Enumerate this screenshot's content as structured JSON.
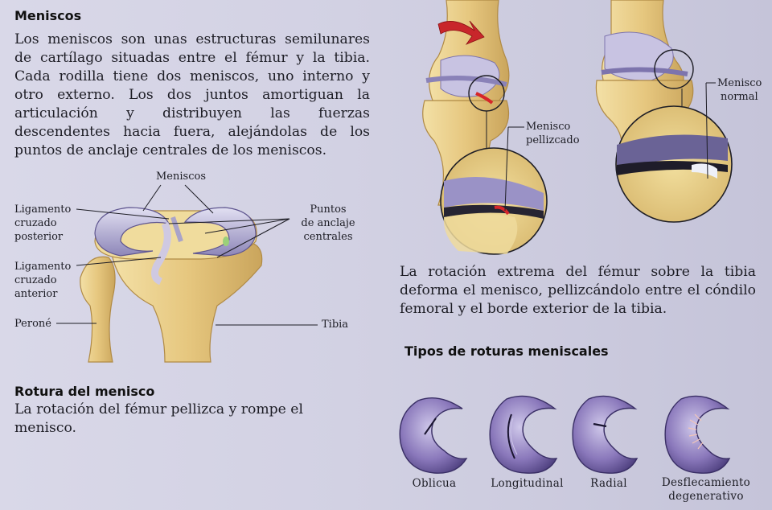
{
  "meniscos": {
    "title": "Meniscos",
    "paragraph": "Los meniscos son unas estructuras semilunares de cartílago situadas entre el fémur y la tibia. Cada rodilla tiene dos meniscos, uno interno y otro externo. Los dos juntos amortiguan la articulación y distribuyen las fuerzas descendentes hacia fuera, alejándolas de los puntos de anclaje centrales de los meniscos."
  },
  "knee_labels": {
    "meniscos": "Meniscos",
    "lig_post_1": "Ligamento",
    "lig_post_2": "cruzado",
    "lig_post_3": "posterior",
    "puntos_1": "Puntos",
    "puntos_2": "de anclaje",
    "puntos_3": "centrales",
    "lig_ant_1": "Ligamento",
    "lig_ant_2": "cruzado",
    "lig_ant_3": "anterior",
    "perone": "Peroné",
    "tibia": "Tibia"
  },
  "rotura": {
    "title": "Rotura del menisco",
    "paragraph": "La rotación del fémur pellizca y rompe el menisco."
  },
  "rotation_labels": {
    "pellizcado_1": "Menisco",
    "pellizcado_2": "pellizcado",
    "normal_1": "Menisco",
    "normal_2": "normal"
  },
  "rotation_caption": "La rotación extrema del fémur sobre la tibia deforma el menisco, pellizcándolo entre el cóndilo femoral y el borde exterior de la tibia.",
  "tipos": {
    "title": "Tipos de roturas meniscales",
    "items": [
      {
        "label": "Oblicua"
      },
      {
        "label": "Longitudinal"
      },
      {
        "label": "Radial"
      },
      {
        "label_1": "Desflecamiento",
        "label_2": "degenerativo"
      }
    ]
  },
  "colors": {
    "bone": "#e8cf8a",
    "cartilage": "#b9b5d8",
    "meniscus": "#7e6aa8",
    "pinch": "#d6262a",
    "arrow": "#c8262b"
  }
}
